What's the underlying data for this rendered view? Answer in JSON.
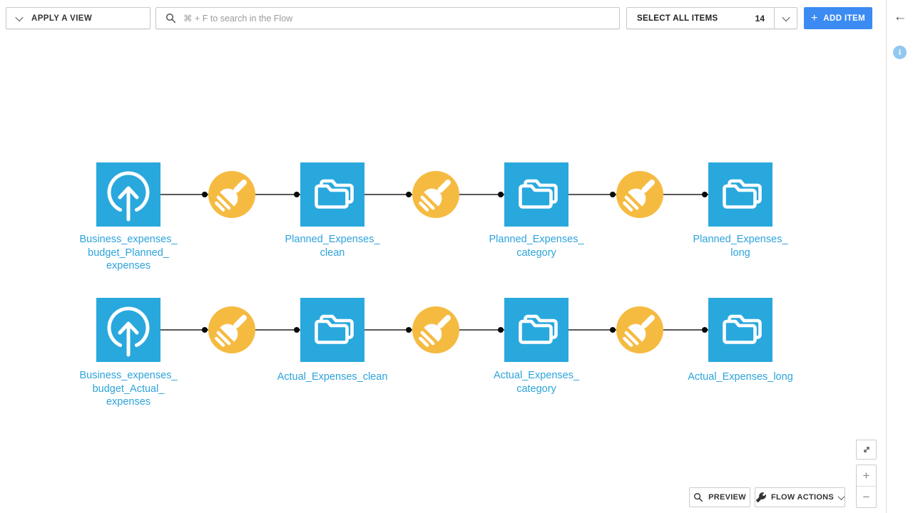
{
  "toolbar": {
    "apply_view_label": "APPLY A VIEW",
    "search_placeholder": "⌘ + F to search in the Flow",
    "select_all_label": "SELECT ALL ITEMS",
    "select_all_count": "14",
    "add_item_plus": "+",
    "add_item_label": "ADD ITEM"
  },
  "right_panel": {
    "back_icon": "←",
    "info_icon": "i"
  },
  "flow": {
    "rows": [
      {
        "nodes": [
          {
            "type": "dataset-upload",
            "label": "Business_expenses_\nbudget_Planned_\nexpenses"
          },
          {
            "type": "recipe-prepare"
          },
          {
            "type": "dataset-folder",
            "label": "Planned_Expenses_\nclean"
          },
          {
            "type": "recipe-prepare"
          },
          {
            "type": "dataset-folder",
            "label": "Planned_Expenses_\ncategory"
          },
          {
            "type": "recipe-prepare"
          },
          {
            "type": "dataset-folder",
            "label": "Planned_Expenses_\nlong"
          }
        ]
      },
      {
        "nodes": [
          {
            "type": "dataset-upload",
            "label": "Business_expenses_\nbudget_Actual_\nexpenses"
          },
          {
            "type": "recipe-prepare"
          },
          {
            "type": "dataset-folder",
            "label": "Actual_Expenses_clean"
          },
          {
            "type": "recipe-prepare"
          },
          {
            "type": "dataset-folder",
            "label": "Actual_Expenses_\ncategory"
          },
          {
            "type": "recipe-prepare"
          },
          {
            "type": "dataset-folder",
            "label": "Actual_Expenses_long"
          }
        ]
      }
    ]
  },
  "zoom_controls": {
    "zoom_in": "+",
    "zoom_out": "−"
  },
  "footer": {
    "preview_label": "PREVIEW",
    "flow_actions_label": "FLOW ACTIONS"
  },
  "colors": {
    "node_blue": "#29a8dd",
    "label_blue": "#2ca3db",
    "recipe_orange": "#f5bb41",
    "add_item_blue": "#3b8bf2",
    "edge_gray": "#585858",
    "info_blue": "#92c8f0"
  }
}
